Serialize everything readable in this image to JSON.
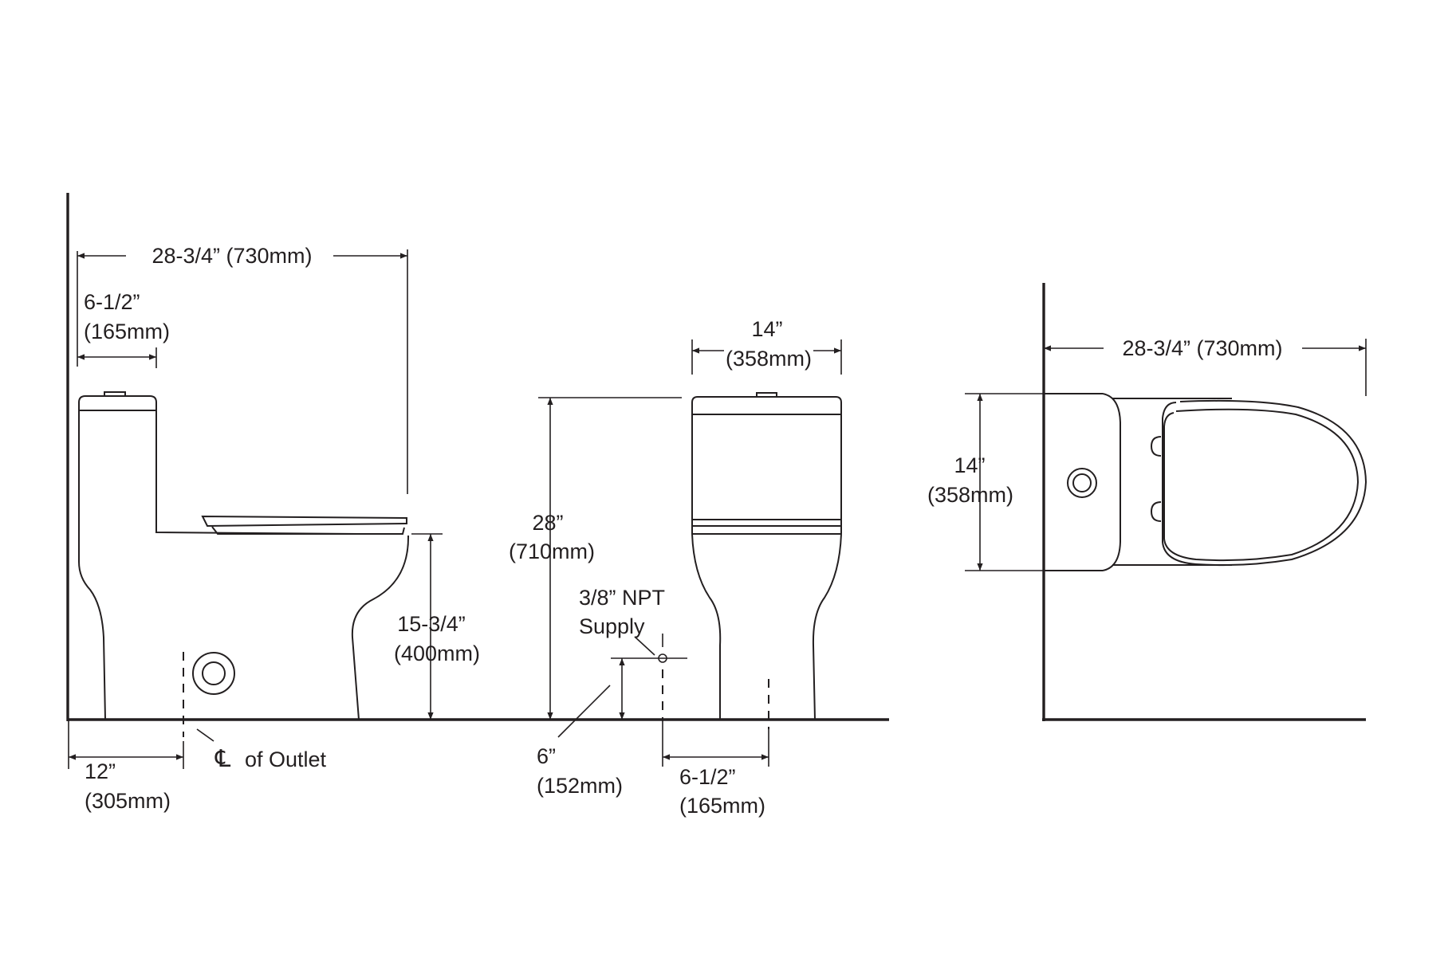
{
  "colors": {
    "ink": "#231f20",
    "background": "#ffffff"
  },
  "side_view": {
    "overall_length": "28-3/4” (730mm)",
    "tank_depth_in": "6-1/2”",
    "tank_depth_mm": "(165mm)",
    "seat_height_in": "15-3/4”",
    "seat_height_mm": "(400mm)",
    "rough_in_in": "12”",
    "rough_in_mm": "(305mm)",
    "centerline_symbol": "℄",
    "centerline_label": "of Outlet"
  },
  "front_view": {
    "width_in": "14”",
    "width_mm": "(358mm)",
    "height_in": "28”",
    "height_mm": "(710mm)",
    "supply_line1": "3/8” NPT",
    "supply_line2": "Supply",
    "supply_height_in": "6”",
    "supply_height_mm": "(152mm)",
    "supply_offset_in": "6-1/2”",
    "supply_offset_mm": "(165mm)"
  },
  "top_view": {
    "overall_length": "28-3/4” (730mm)",
    "width_in": "14”",
    "width_mm": "(358mm)"
  }
}
